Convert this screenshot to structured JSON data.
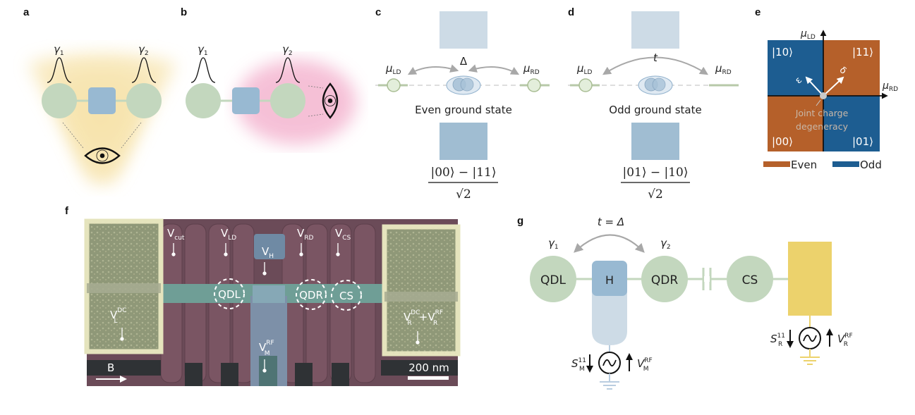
{
  "panels": {
    "a": {
      "label": "a",
      "gamma1": "γ",
      "gamma1_sub": "1",
      "gamma2": "γ",
      "gamma2_sub": "2",
      "eye_icon": "eye-icon"
    },
    "b": {
      "label": "b",
      "gamma1": "γ",
      "gamma1_sub": "1",
      "gamma2": "γ",
      "gamma2_sub": "2",
      "eye_icon": "eye-icon-vertical"
    },
    "c": {
      "label": "c",
      "coupling": "Δ",
      "mu_left": "μ",
      "mu_left_sub": "LD",
      "mu_right": "μ",
      "mu_right_sub": "RD",
      "caption": "Even ground state",
      "state_num": "|00⟩ − |11⟩",
      "state_den": "√2"
    },
    "d": {
      "label": "d",
      "coupling": "t",
      "mu_left": "μ",
      "mu_left_sub": "LD",
      "mu_right": "μ",
      "mu_right_sub": "RD",
      "caption": "Odd ground state",
      "state_num": "|01⟩ − |10⟩",
      "state_den": "√2"
    },
    "e": {
      "label": "e",
      "y_axis": "μ",
      "y_axis_sub": "LD",
      "x_axis": "μ",
      "x_axis_sub": "RD",
      "quadrants": {
        "top_left": "|10⟩",
        "top_right": "|11⟩",
        "bottom_left": "|00⟩",
        "bottom_right": "|01⟩"
      },
      "epsilon": "ε",
      "delta": "δ",
      "annotation_line1": "Joint charge",
      "annotation_line2": "degeneracy",
      "legend": [
        {
          "label": "Even",
          "color": "#b5602a"
        },
        {
          "label": "Odd",
          "color": "#1d5d91"
        }
      ]
    },
    "f": {
      "label": "f",
      "gates": {
        "v_cut": "V",
        "v_cut_sub": "cut",
        "v_ld": "V",
        "v_ld_sub": "LD",
        "v_h": "V",
        "v_h_sub": "H",
        "v_rd": "V",
        "v_rd_sub": "RD",
        "v_cs": "V",
        "v_cs_sub": "CS",
        "v_l": "V",
        "v_l_sup": "DC",
        "v_l_sub": "L",
        "v_m": "V",
        "v_m_sup": "RF",
        "v_m_sub": "M",
        "v_r": "V",
        "v_r_sup": "DC",
        "v_r_sub": "R",
        "v_r_plus": "+V",
        "v_r2_sup": "RF",
        "v_r2_sub": "R"
      },
      "dots": [
        "QDL",
        "QDR",
        "CS"
      ],
      "field": "B",
      "scale_bar": "200 nm"
    },
    "g": {
      "label": "g",
      "coupling": "t = Δ",
      "gamma1": "γ",
      "gamma1_sub": "1",
      "gamma2": "γ",
      "gamma2_sub": "2",
      "nodes": [
        "QDL",
        "H",
        "QDR",
        "CS"
      ],
      "m_s": "S",
      "m_s_sup": "11",
      "m_s_sub": "M",
      "m_v": "V",
      "m_v_sup": "RF",
      "m_v_sub": "M",
      "r_s": "S",
      "r_s_sup": "11",
      "r_s_sub": "R",
      "r_v": "V",
      "r_v_sup": "RF",
      "r_v_sub": "R"
    }
  },
  "colors": {
    "dot_green": "#c3d7be",
    "hybrid_blue": "#98b9d2",
    "hybrid_light": "#cddbe6",
    "even": "#b5602a",
    "odd": "#1d5d91",
    "resonator_yellow": "#ecd26c",
    "halo_yellow": "#f6e2a6",
    "halo_pink": "#f3b2cf",
    "sem_bg": "#6b4b58",
    "sem_lead": "#8f9878",
    "sem_wire": "#6f9e96"
  }
}
